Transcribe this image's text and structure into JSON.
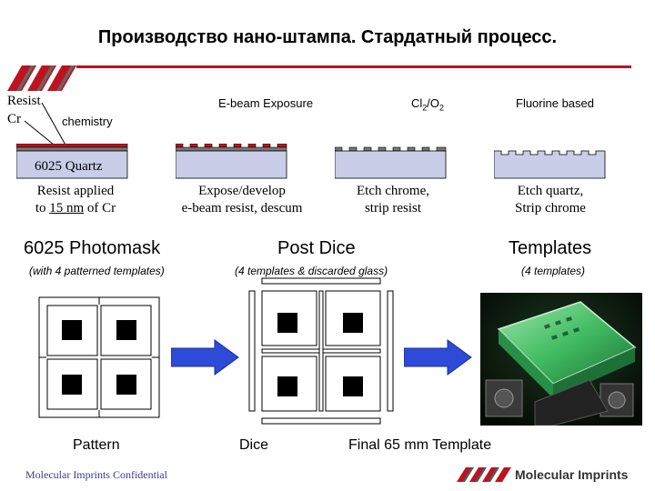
{
  "title": "Производство нано-штампа. Стардатный процесс.",
  "labels": {
    "resist": "Resist",
    "cr": "Cr",
    "chemistry": "chemistry",
    "ebeam": "E-beam Exposure",
    "cl2o2_main": "Cl",
    "cl2o2_sub1": "2",
    "cl2o2_mid": "/O",
    "cl2o2_sub2": "2",
    "fluorine": "Fluorine based",
    "quartz": "6025 Quartz"
  },
  "steps": [
    {
      "line1": "Resist applied",
      "line2_pre": "to ",
      "line2_u": "15 nm",
      "line2_post": " of Cr"
    },
    {
      "line1": "Expose/develop",
      "line2": "e-beam resist, descum"
    },
    {
      "line1": "Etch chrome,",
      "line2": "strip resist"
    },
    {
      "line1": "Etch quartz,",
      "line2": "Strip chrome"
    }
  ],
  "sections": [
    {
      "title": "6025 Photomask",
      "subtitle": "(with 4 patterned templates)",
      "caption": "Pattern"
    },
    {
      "title": "Post Dice",
      "subtitle": "(4 templates & discarded glass)",
      "caption": "Dice"
    },
    {
      "title": "Templates",
      "subtitle": "(4 templates)",
      "caption": "Final 65 mm Template"
    }
  ],
  "footer": {
    "confidential": "Molecular Imprints Confidential",
    "logo_text": "Molecular Imprints"
  },
  "colors": {
    "accent_red": "#c0121e",
    "quartz_fill": "#c9cde8",
    "arrow_blue": "#2d4bd8",
    "photo_green": "#46c96a"
  }
}
